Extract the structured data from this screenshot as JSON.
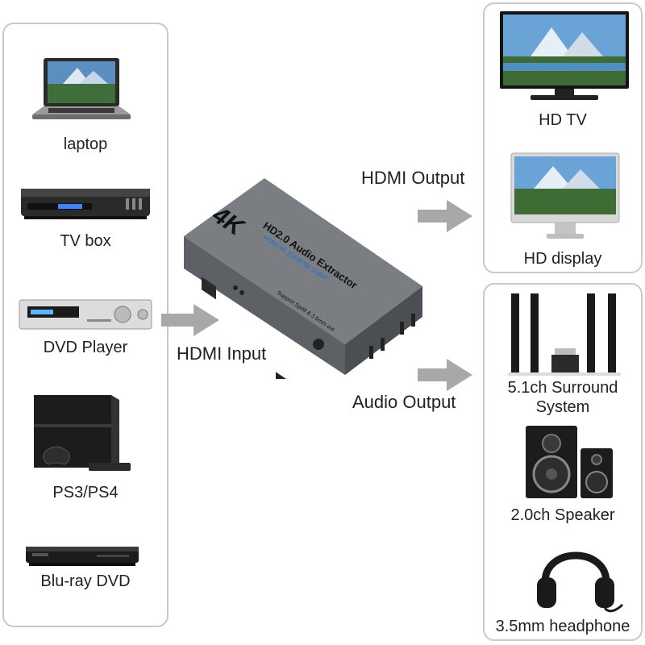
{
  "sources": {
    "items": [
      {
        "label": "laptop",
        "icon": "laptop-icon"
      },
      {
        "label": "TV box",
        "icon": "tv-box-icon"
      },
      {
        "label": "DVD Player",
        "icon": "dvd-player-icon"
      },
      {
        "label": "PS3/PS4",
        "icon": "game-console-icon"
      },
      {
        "label": "Blu-ray DVD",
        "icon": "bluray-player-icon"
      }
    ]
  },
  "video_outputs": {
    "items": [
      {
        "label": "HD TV",
        "icon": "tv-icon"
      },
      {
        "label": "HD display",
        "icon": "monitor-icon"
      }
    ]
  },
  "audio_outputs": {
    "items": [
      {
        "label_line1": "5.1ch Surround",
        "label_line2": "System",
        "icon": "surround-speakers-icon"
      },
      {
        "label": "2.0ch Speaker",
        "icon": "speaker-icon"
      },
      {
        "label": "3.5mm headphone",
        "icon": "headphone-icon"
      }
    ]
  },
  "flows": {
    "hdmi_input": "HDMI Input",
    "hdmi_output": "HDMI Output",
    "audio_output": "Audio Output"
  },
  "device": {
    "badge": "4K",
    "title": "HD2.0 Audio Extractor",
    "subtitle": "HDMI 4K 2160P/60 1080P",
    "port_note": "Support Spdif & 3.5mm out"
  },
  "colors": {
    "panel_border": "#c9c9c9",
    "arrow": "#a8a8a8",
    "device_body": "#6f7378",
    "device_accent": "#1e6fd6"
  }
}
